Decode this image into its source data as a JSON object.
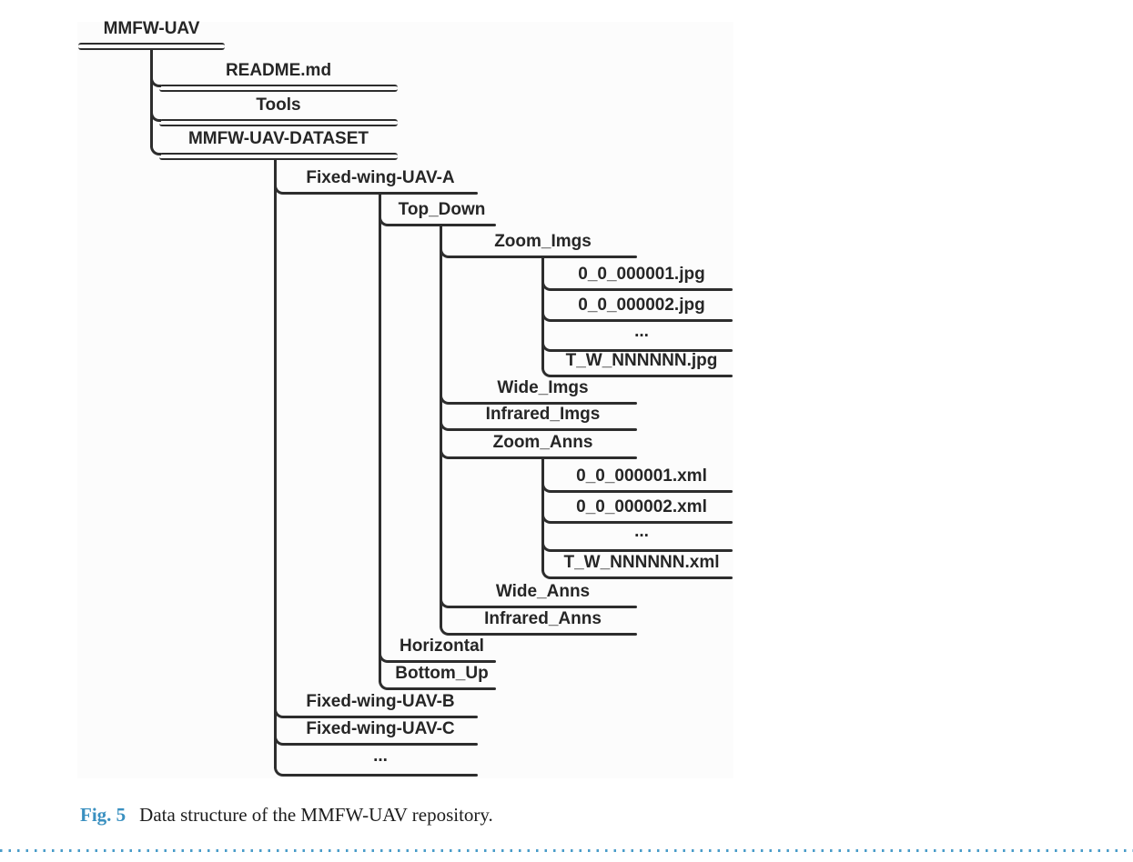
{
  "figure": {
    "caption": {
      "label": "Fig. 5",
      "text": "Data structure of the MMFW-UAV repository."
    },
    "colors": {
      "caption_accent": "#3a90c0",
      "dotted_rule": "#4a9cc9",
      "tree_lines": "#2d2d2d"
    }
  },
  "tree": {
    "label": "MMFW-UAV",
    "children": [
      {
        "label": "README.md"
      },
      {
        "label": "Tools"
      },
      {
        "label": "MMFW-UAV-DATASET",
        "children": [
          {
            "label": "Fixed-wing-UAV-A",
            "children": [
              {
                "label": "Top_Down",
                "children": [
                  {
                    "label": "Zoom_Imgs",
                    "children": [
                      {
                        "label": "0_0_000001.jpg"
                      },
                      {
                        "label": "0_0_000002.jpg"
                      },
                      {
                        "label": "..."
                      },
                      {
                        "label": "T_W_NNNNNN.jpg"
                      }
                    ]
                  },
                  {
                    "label": "Wide_Imgs"
                  },
                  {
                    "label": "Infrared_Imgs"
                  },
                  {
                    "label": "Zoom_Anns",
                    "children": [
                      {
                        "label": "0_0_000001.xml"
                      },
                      {
                        "label": "0_0_000002.xml"
                      },
                      {
                        "label": "..."
                      },
                      {
                        "label": "T_W_NNNNNN.xml"
                      }
                    ]
                  },
                  {
                    "label": "Wide_Anns"
                  },
                  {
                    "label": "Infrared_Anns"
                  }
                ]
              },
              {
                "label": "Horizontal"
              },
              {
                "label": "Bottom_Up"
              }
            ]
          },
          {
            "label": "Fixed-wing-UAV-B"
          },
          {
            "label": "Fixed-wing-UAV-C"
          },
          {
            "label": "..."
          }
        ]
      }
    ]
  }
}
